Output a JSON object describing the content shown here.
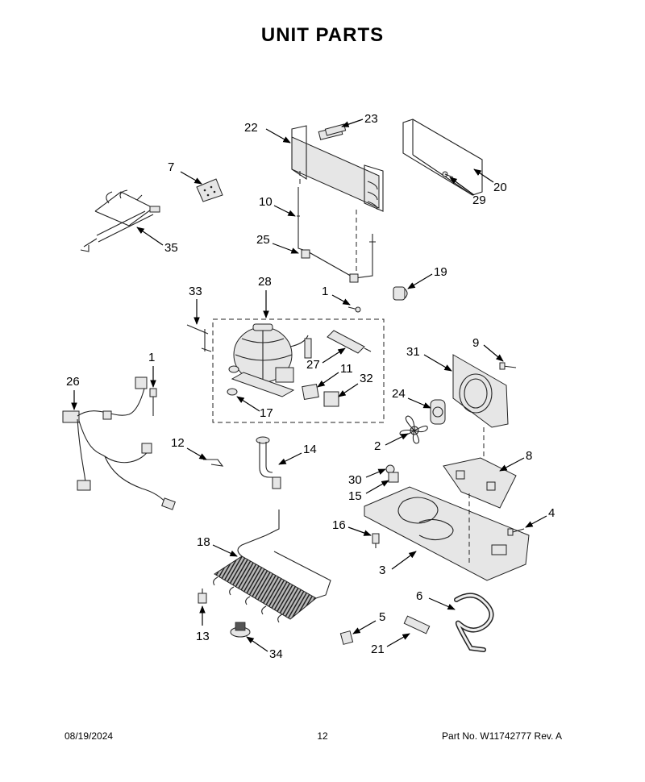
{
  "title": "UNIT PARTS",
  "footer": {
    "date": "08/19/2024",
    "page": "12",
    "part_no": "Part No.  W11742777  Rev.  A"
  },
  "callouts": [
    {
      "id": "c1a",
      "label": "1"
    },
    {
      "id": "c1b",
      "label": "1"
    },
    {
      "id": "c2",
      "label": "2"
    },
    {
      "id": "c3",
      "label": "3"
    },
    {
      "id": "c4",
      "label": "4"
    },
    {
      "id": "c5",
      "label": "5"
    },
    {
      "id": "c6",
      "label": "6"
    },
    {
      "id": "c7",
      "label": "7"
    },
    {
      "id": "c8",
      "label": "8"
    },
    {
      "id": "c9",
      "label": "9"
    },
    {
      "id": "c10",
      "label": "10"
    },
    {
      "id": "c11",
      "label": "11"
    },
    {
      "id": "c12",
      "label": "12"
    },
    {
      "id": "c13",
      "label": "13"
    },
    {
      "id": "c14",
      "label": "14"
    },
    {
      "id": "c15",
      "label": "15"
    },
    {
      "id": "c16",
      "label": "16"
    },
    {
      "id": "c17",
      "label": "17"
    },
    {
      "id": "c18",
      "label": "18"
    },
    {
      "id": "c19",
      "label": "19"
    },
    {
      "id": "c20",
      "label": "20"
    },
    {
      "id": "c21",
      "label": "21"
    },
    {
      "id": "c22",
      "label": "22"
    },
    {
      "id": "c23",
      "label": "23"
    },
    {
      "id": "c24",
      "label": "24"
    },
    {
      "id": "c25",
      "label": "25"
    },
    {
      "id": "c26",
      "label": "26"
    },
    {
      "id": "c27",
      "label": "27"
    },
    {
      "id": "c28",
      "label": "28"
    },
    {
      "id": "c29",
      "label": "29"
    },
    {
      "id": "c30",
      "label": "30"
    },
    {
      "id": "c31",
      "label": "31"
    },
    {
      "id": "c32",
      "label": "32"
    },
    {
      "id": "c33",
      "label": "33"
    },
    {
      "id": "c34",
      "label": "34"
    },
    {
      "id": "c35",
      "label": "35"
    }
  ]
}
